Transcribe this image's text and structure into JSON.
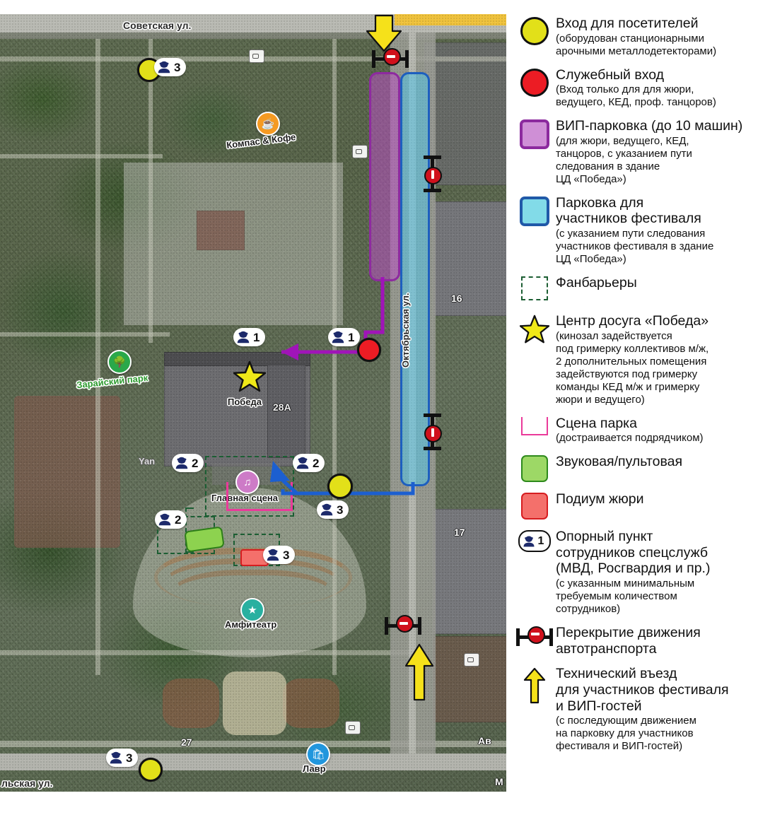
{
  "map": {
    "streets": [
      {
        "name": "Советская ул."
      },
      {
        "name": "Октябрьская ул."
      },
      {
        "name": "льская ул."
      }
    ],
    "street_top": "Советская ул.",
    "street_vertical": "Октябрьская ул.",
    "street_bottom": "льская ул.",
    "pois": [
      {
        "label": "Компас & Кофе",
        "icon": "coffee-cup-icon"
      },
      {
        "label": "Зарайский парк",
        "icon": "tree-icon"
      },
      {
        "label": "Победа",
        "icon": "star-icon"
      },
      {
        "label": "Главная сцена",
        "icon": "music-note-icon"
      },
      {
        "label": "Амфитеатр",
        "icon": "star-circle-icon"
      },
      {
        "label": "Лавр",
        "icon": "shopping-bag-icon"
      },
      {
        "label": "Yan",
        "icon": "partial-label"
      }
    ],
    "house_numbers": [
      "28A",
      "16",
      "17",
      "27",
      "Ав",
      "М"
    ],
    "police_posts": [
      {
        "count": "3",
        "position": "top-entrance"
      },
      {
        "count": "1",
        "position": "west-of-pobeda"
      },
      {
        "count": "1",
        "position": "east-of-pobeda"
      },
      {
        "count": "2",
        "position": "stage-west"
      },
      {
        "count": "2",
        "position": "stage-east"
      },
      {
        "count": "3",
        "position": "main-entrance-east"
      },
      {
        "count": "2",
        "position": "sound-booth"
      },
      {
        "count": "3",
        "position": "jury-podium"
      },
      {
        "count": "3",
        "position": "south-entrance"
      }
    ],
    "entrances": [
      {
        "type": "visitor",
        "color": "#e2e019"
      },
      {
        "type": "visitor",
        "color": "#e2e019"
      },
      {
        "type": "visitor",
        "color": "#e2e019"
      },
      {
        "type": "service",
        "color": "#ec1c24"
      }
    ],
    "road_blocks": 4,
    "tech_entries": 2
  },
  "legend": {
    "items": [
      {
        "icon": "yellow-circle-icon",
        "title": "Вход для посетителей",
        "sub": "(оборудован станционарными\nарочными металлодетекторами)",
        "color": "#e2e019"
      },
      {
        "icon": "red-circle-icon",
        "title": "Служебный вход",
        "sub": "(Вход только для для жюри,\nведущего, КЕД, проф. танцоров)",
        "color": "#ec1c24"
      },
      {
        "icon": "purple-square-icon",
        "title": "ВИП-парковка (до 10 машин)",
        "sub": "(для жюри, ведущего, КЕД,\nтанцоров, с указанием пути\nследования в здание\nЦД «Победа»)",
        "color": "#cf8fd6"
      },
      {
        "icon": "blue-square-icon",
        "title": "Парковка для\nучастников фестиваля",
        "sub": "(с указанием пути следования\nучастников фестиваля в здание\nЦД «Победа»)",
        "color": "#82dbe8"
      },
      {
        "icon": "dashed-square-icon",
        "title": "Фанбарьеры",
        "sub": "",
        "color": "#1c5e33"
      },
      {
        "icon": "yellow-star-icon",
        "title": "Центр досуга «Победа»",
        "sub": "(кинозал задействуется\nпод гримерку коллективов м/ж,\n2 дополнительных помещения\nзадействуются под гримерку\nкоманды КЕД м/ж и гримерку\nжюри и ведущего)",
        "color": "#efe818"
      },
      {
        "icon": "pink-bracket-icon",
        "title": "Сцена парка",
        "sub": "(достраивается подрядчиком)",
        "color": "#ea3a9a"
      },
      {
        "icon": "green-square-icon",
        "title": "Звуковая/пультовая",
        "sub": "",
        "color": "#9dd866"
      },
      {
        "icon": "red-square-icon",
        "title": "Подиум жюри",
        "sub": "",
        "color": "#f4706b"
      },
      {
        "icon": "police-badge-icon",
        "title": "Опорный пункт\nсотрудников спецслужб\n(МВД, Росгвардия и пр.)",
        "sub": "(с указанным минимальным\nтребуемым количеством\nсотрудников)",
        "badge_number": "1",
        "color": "#1d2a6b"
      },
      {
        "icon": "no-entry-barrier-icon",
        "title": "Перекрытие движения\nавтотранспорта",
        "sub": "",
        "color": "#d0101c"
      },
      {
        "icon": "yellow-arrow-up-icon",
        "title": "Технический въезд\nдля участников фестиваля\nи  ВИП-гостей",
        "sub": "(с последующим движением\nна парковку для участников\nфестиваля и ВИП-гостей)",
        "color": "#efe818"
      }
    ]
  }
}
